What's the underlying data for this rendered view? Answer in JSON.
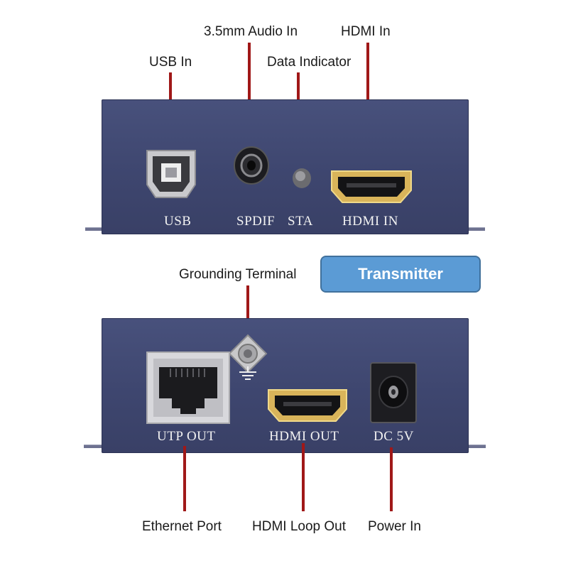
{
  "callouts": {
    "usb_in": "USB In",
    "audio_in": "3.5mm Audio In",
    "data_indicator": "Data Indicator",
    "hdmi_in": "HDMI In",
    "grounding_terminal": "Grounding Terminal",
    "ethernet_port": "Ethernet Port",
    "hdmi_loop_out": "HDMI Loop Out",
    "power_in": "Power In"
  },
  "badge": {
    "label": "Transmitter"
  },
  "top_panel": {
    "labels": {
      "usb": "USB",
      "spdif": "SPDIF",
      "sta": "STA",
      "hdmi_in": "HDMI  IN"
    }
  },
  "bottom_panel": {
    "labels": {
      "utp_out": "UTP  OUT",
      "hdmi_out": "HDMI  OUT",
      "dc": "DC 5V"
    }
  },
  "colors": {
    "panel": "#424a74",
    "leader": "#a01818",
    "badge_fill": "#5b9bd5",
    "badge_border": "#41719c"
  }
}
